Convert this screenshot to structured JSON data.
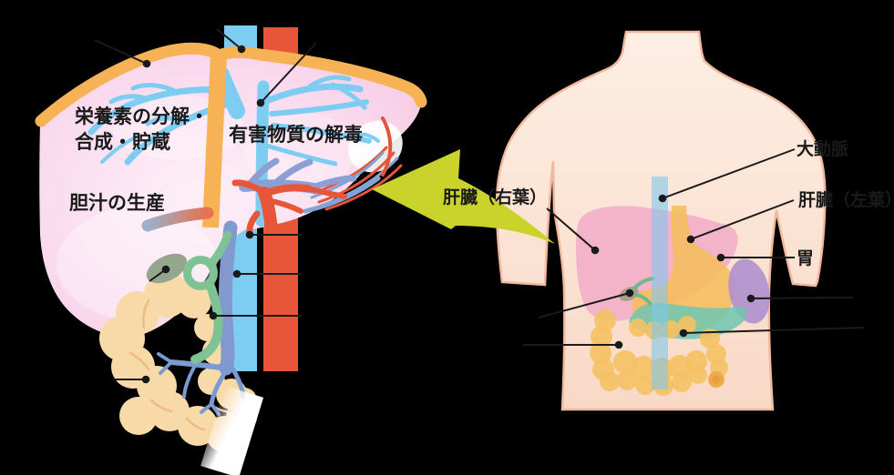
{
  "liver_diagram": {
    "function_labels": {
      "nutrients_line1": "栄養素の分解・",
      "nutrients_line2": "合成・貯蔵",
      "detox": "有害物質の解毒",
      "bile": "胆汁の生産"
    }
  },
  "callout": {
    "liver_right_lobe": "肝臓（右葉）"
  },
  "body_diagram": {
    "labels": {
      "aorta": "大動脈",
      "liver_left_lobe": "肝臓（左葉）",
      "stomach": "胃"
    }
  },
  "colors": {
    "background": "#000000",
    "arrow": "#c9d32c",
    "vena_cava_bar": "#7dcdf3",
    "aorta_bar": "#e8563a",
    "liver_pink": "#f8cfe6",
    "liver_capsule": "#f6b254",
    "hepatic_vein_blue": "#7dcdf3",
    "portal_vein": "#8199cf",
    "hepatic_artery": "#e8563a",
    "bile_duct_green": "#7fc293",
    "intestine": "#f8d9a8",
    "skin_light": "#fdeee3",
    "skin_dark": "#f9d8c6",
    "body_liver": "#f1a8c7",
    "body_stomach": "#f5bd5c",
    "body_spleen": "#b191ce",
    "body_pancreas": "#6fc5b2",
    "body_blue_band": "#7ec8ee",
    "leader_line": "#1a1a1a"
  }
}
